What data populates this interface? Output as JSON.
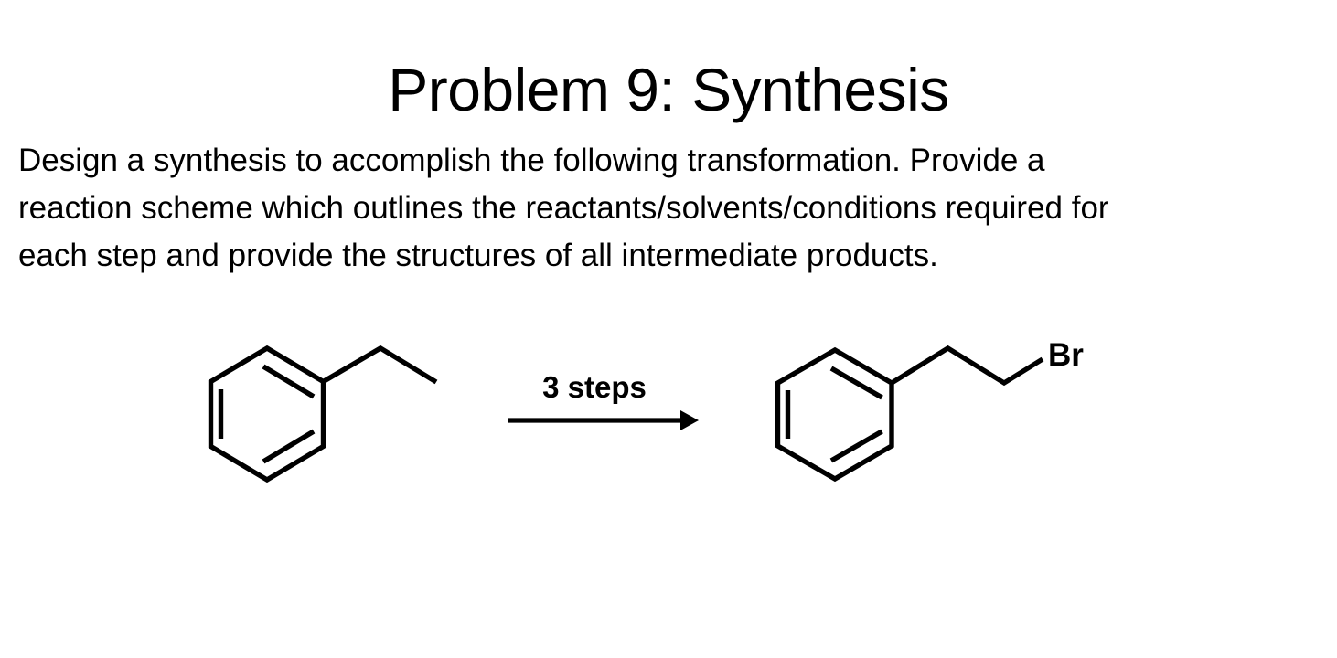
{
  "slide": {
    "title": "Problem 9: Synthesis",
    "background_color": "#ffffff",
    "ink_color": "#000000"
  },
  "prompt": {
    "full_text": "Design a synthesis to accomplish the following transformation. Provide a reaction scheme which outlines the reactants/solvents/conditions required for each step and provide the structures of all intermediate products.",
    "lines": [
      "Design a synthesis to accomplish the following transformation. Provide a",
      "reaction scheme which outlines the reactants/solvents/conditions required for",
      "each step and provide the structures of all intermediate products."
    ]
  },
  "scheme": {
    "reactant": {
      "name": "ethylbenzene",
      "ring": "benzene",
      "substituent": "ethyl",
      "atom_labels": []
    },
    "arrow": {
      "label": "3 steps",
      "direction": "right"
    },
    "product": {
      "name": "(2-bromoethyl)benzene",
      "ring": "benzene",
      "substituent": "2-bromoethyl",
      "atom_labels": [
        "Br"
      ]
    }
  }
}
